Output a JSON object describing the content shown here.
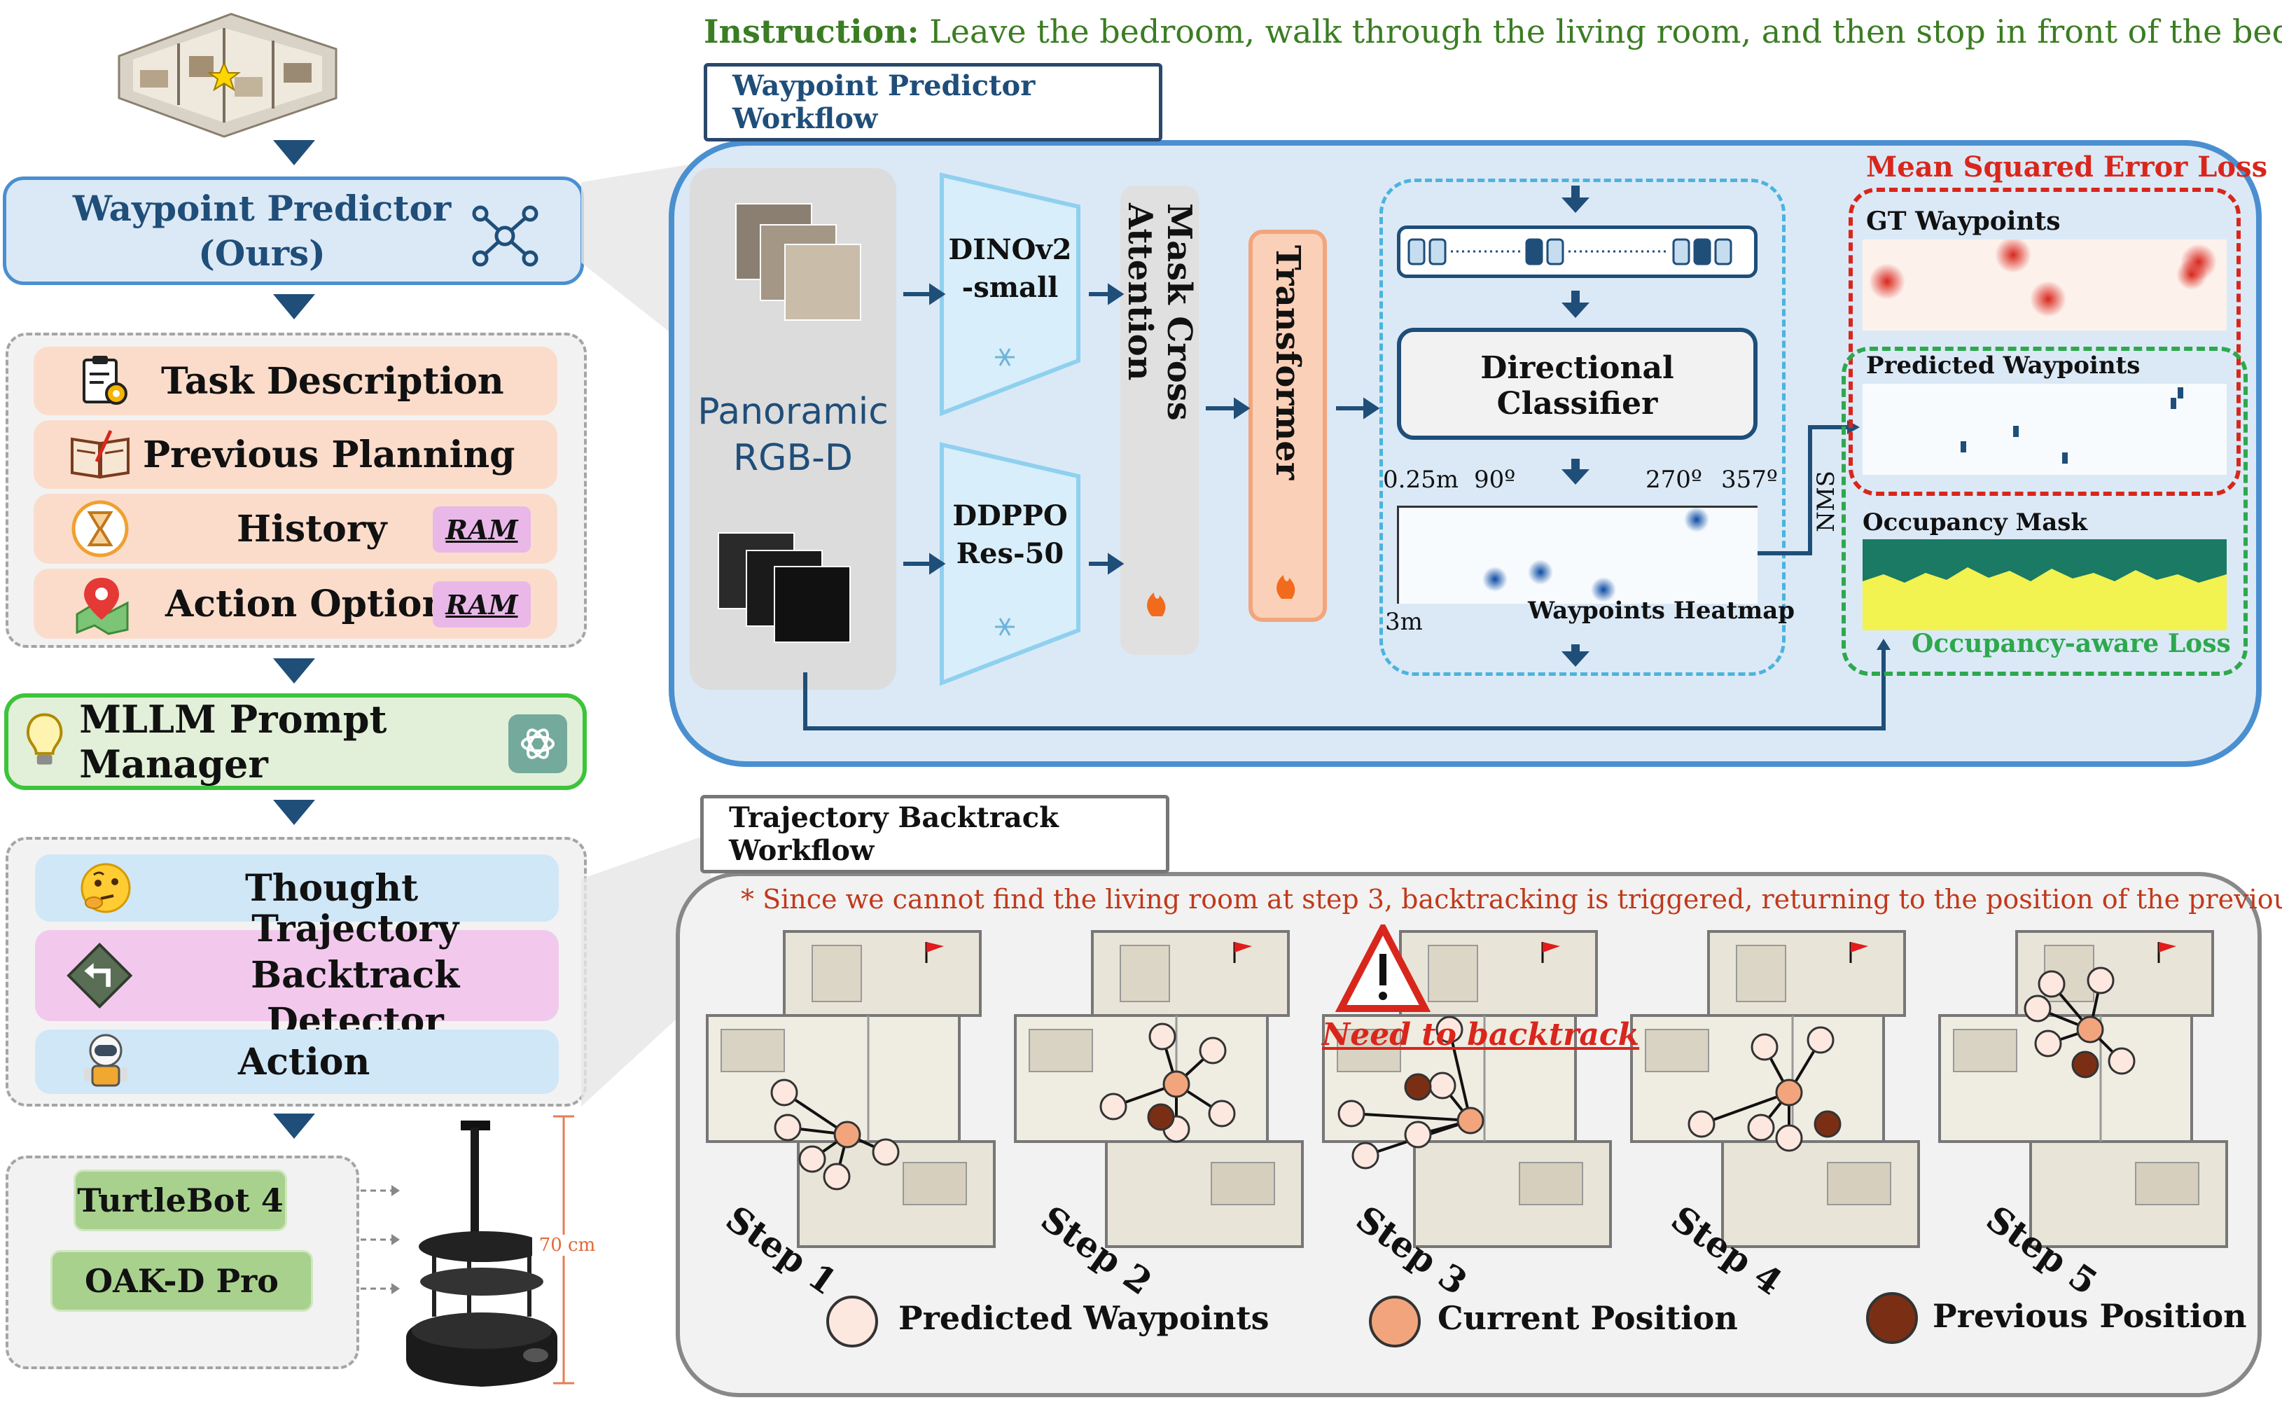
{
  "instruction": {
    "label": "Instruction:",
    "text": "Leave the bedroom, walk through the living room, and then stop in front of the bed."
  },
  "left": {
    "waypoint_predictor": {
      "line1": "Waypoint Predictor",
      "line2": "(Ours)"
    },
    "prompt_items": [
      {
        "label": "Task Description",
        "icon": "clipboard-gear-icon"
      },
      {
        "label": "Previous Planning",
        "icon": "open-book-icon"
      },
      {
        "label": "History",
        "icon": "hourglass-icon",
        "tag": "RAM"
      },
      {
        "label": "Action Options",
        "icon": "map-pin-icon",
        "tag": "RAM"
      }
    ],
    "prompt_manager": {
      "label": "MLLM Prompt Manager"
    },
    "output_items": [
      {
        "label": "Thought",
        "icon": "thinking-face-icon"
      },
      {
        "label_line1": "Trajectory Backtrack",
        "label_line2": "Detector",
        "icon": "turn-left-sign-icon"
      },
      {
        "label": "Action",
        "icon": "robot-icon"
      }
    ],
    "hardware": [
      "TurtleBot 4",
      "OAK-D Pro"
    ],
    "robot_height": "70 cm"
  },
  "waypoint_workflow": {
    "tab": "Waypoint Predictor Workflow",
    "input": {
      "line1": "Panoramic",
      "line2": "RGB-D"
    },
    "encoders": [
      {
        "line1": "DINOv2",
        "line2": "-small"
      },
      {
        "line1": "DDPPO",
        "line2": "Res-50"
      }
    ],
    "mask_cross_attention": "Mask Cross Attention",
    "transformer": "Transformer",
    "classifier": "Directional Classifier",
    "angles": [
      "0.25m",
      "90º",
      "270º",
      "357º"
    ],
    "range_label": "3m",
    "heatmap_label": "Waypoints Heatmap",
    "nms": "NMS",
    "mse_loss": "Mean Squared Error Loss",
    "gt_waypoints": "GT Waypoints",
    "predicted_waypoints": "Predicted Waypoints",
    "occupancy_mask": "Occupancy Mask",
    "occupancy_loss": "Occupancy-aware Loss"
  },
  "backtrack_workflow": {
    "tab": "Trajectory Backtrack Workflow",
    "note": "* Since we cannot find the living room at step 3, backtracking is triggered, returning to the position of the previous step.",
    "need_backtrack": "Need to backtrack",
    "steps": [
      "Step 1",
      "Step 2",
      "Step 3",
      "Step 4",
      "Step 5"
    ],
    "legend": [
      "Predicted Waypoints",
      "Current Position",
      "Previous Position"
    ]
  },
  "colors": {
    "instruction_green": "#3b7d23",
    "navy": "#1f4e79",
    "panel_blue": "#dbe9f6",
    "panel_border": "#4a8fd0",
    "red_loss": "#d9261c",
    "green_loss": "#2ea84d",
    "note_orange": "#c0391b",
    "current_position": "#f2a57c",
    "previous_position": "#7a2f14",
    "predicted_waypoint": "#fde8e0"
  }
}
